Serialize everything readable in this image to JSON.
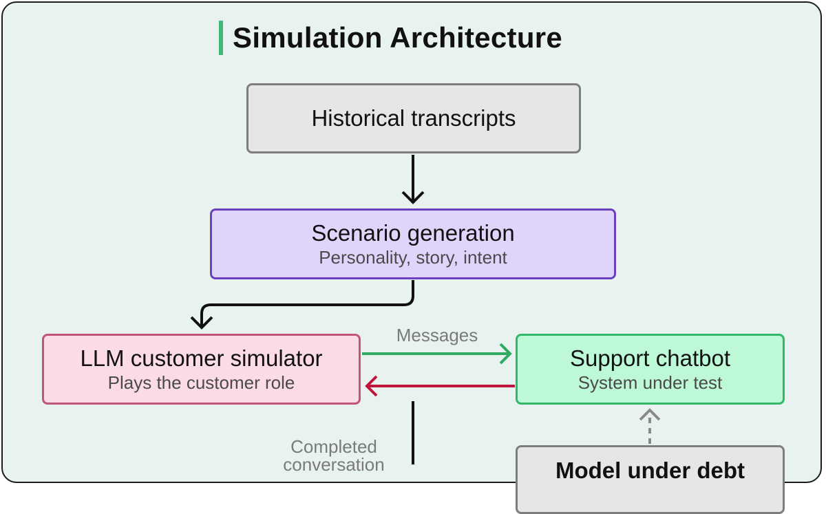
{
  "title": "Simulation Architecture",
  "nodes": {
    "historical": {
      "main": "Historical transcripts"
    },
    "scenario": {
      "main": "Scenario generation",
      "sub": "Personality, story, intent"
    },
    "simulator": {
      "main": "LLM customer simulator",
      "sub": "Plays the customer role"
    },
    "chatbot": {
      "main": "Support chatbot",
      "sub": "System under test"
    },
    "bottom_right": {
      "main": "Model under debt"
    }
  },
  "edge_labels": {
    "messages": "Messages",
    "completed_1": "Completed",
    "completed_2": "conversation"
  },
  "colors": {
    "accent": "#3dba78",
    "forward_arrow": "#2faa62",
    "reply_arrow": "#c0143c",
    "main_arrow": "#111111",
    "dashed_arrow": "#8a8a8a"
  }
}
